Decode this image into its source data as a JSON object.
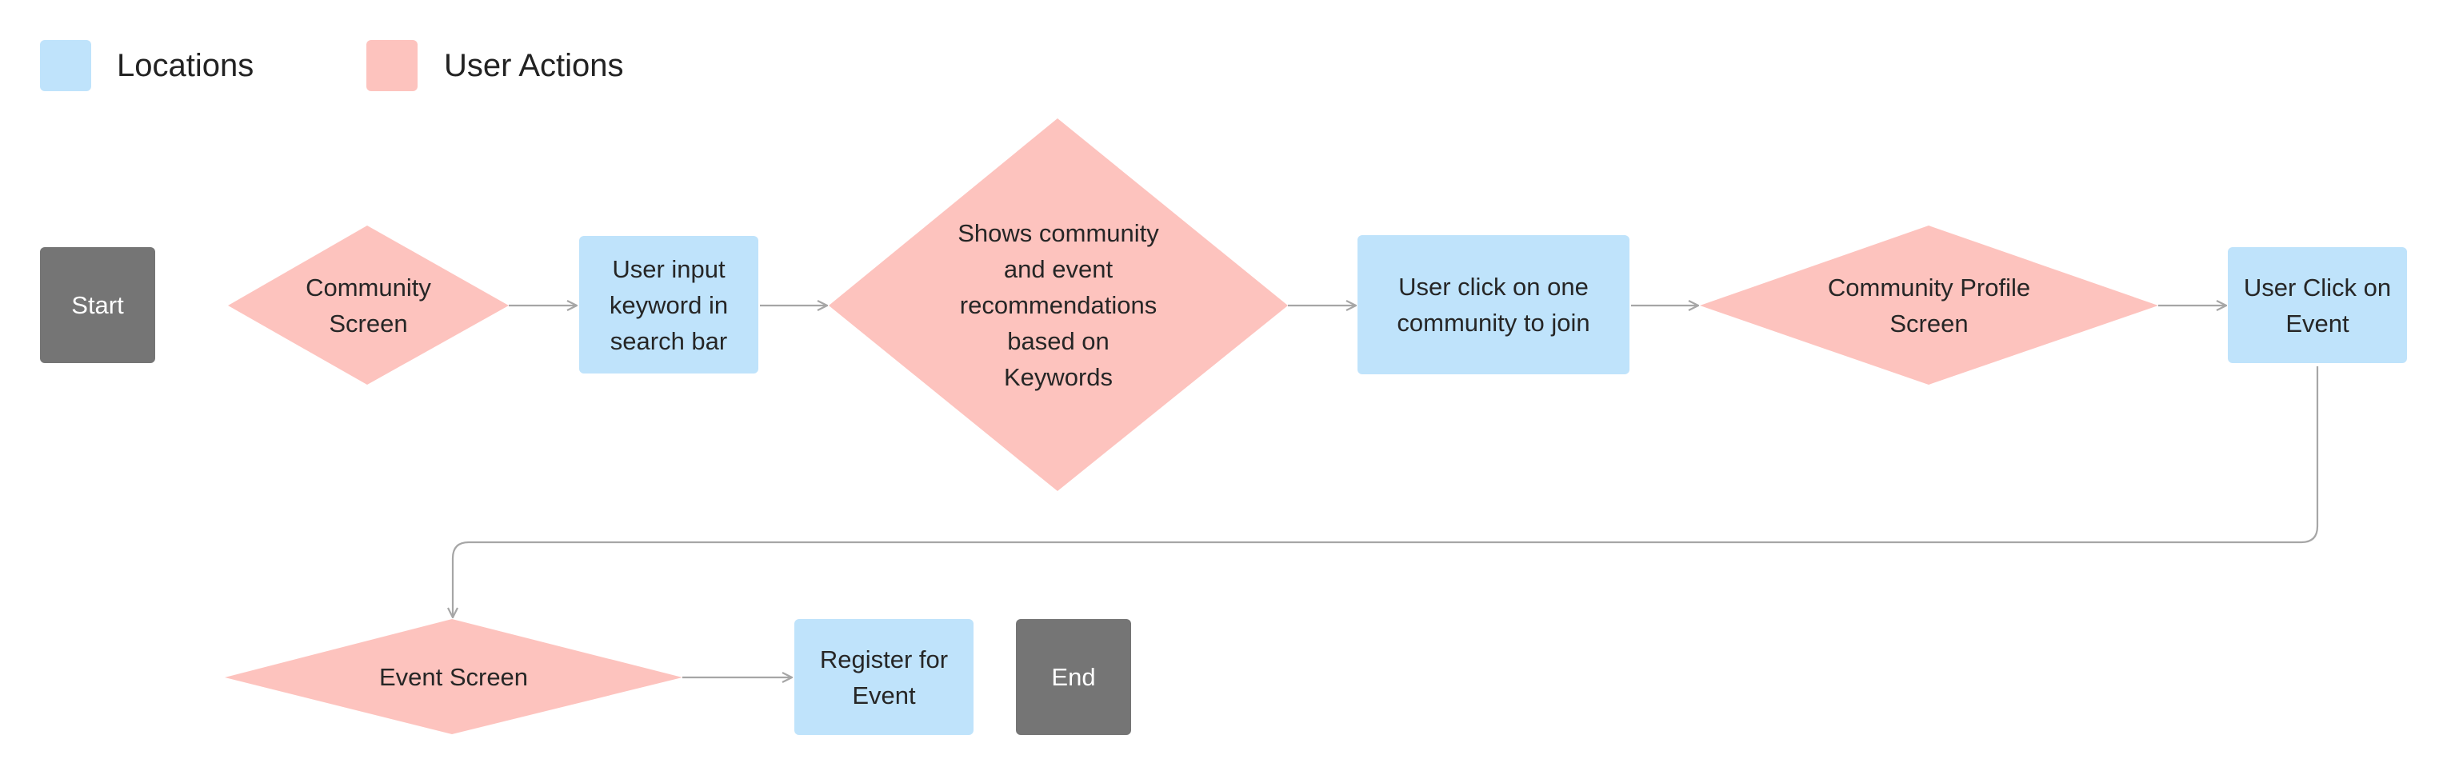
{
  "legend": {
    "locations": {
      "label": "Locations",
      "color": "#bfe3fb"
    },
    "user_actions": {
      "label": "User Actions",
      "color": "#fdc3be"
    }
  },
  "colors": {
    "terminal": "#757575",
    "connector": "#a6a6a6"
  },
  "nodes": {
    "start": "Start",
    "community_screen": "Community\nScreen",
    "user_input_keyword": "User input\nkeyword in\nsearch bar",
    "recommendations": "Shows community\nand event\nrecommendations\nbased on\nKeywords",
    "click_community": "User click on one\ncommunity to join",
    "community_profile": "Community Profile\nScreen",
    "click_event": "User Click on\nEvent",
    "event_screen": "Event Screen",
    "register_event": "Register for\nEvent",
    "end": "End"
  }
}
